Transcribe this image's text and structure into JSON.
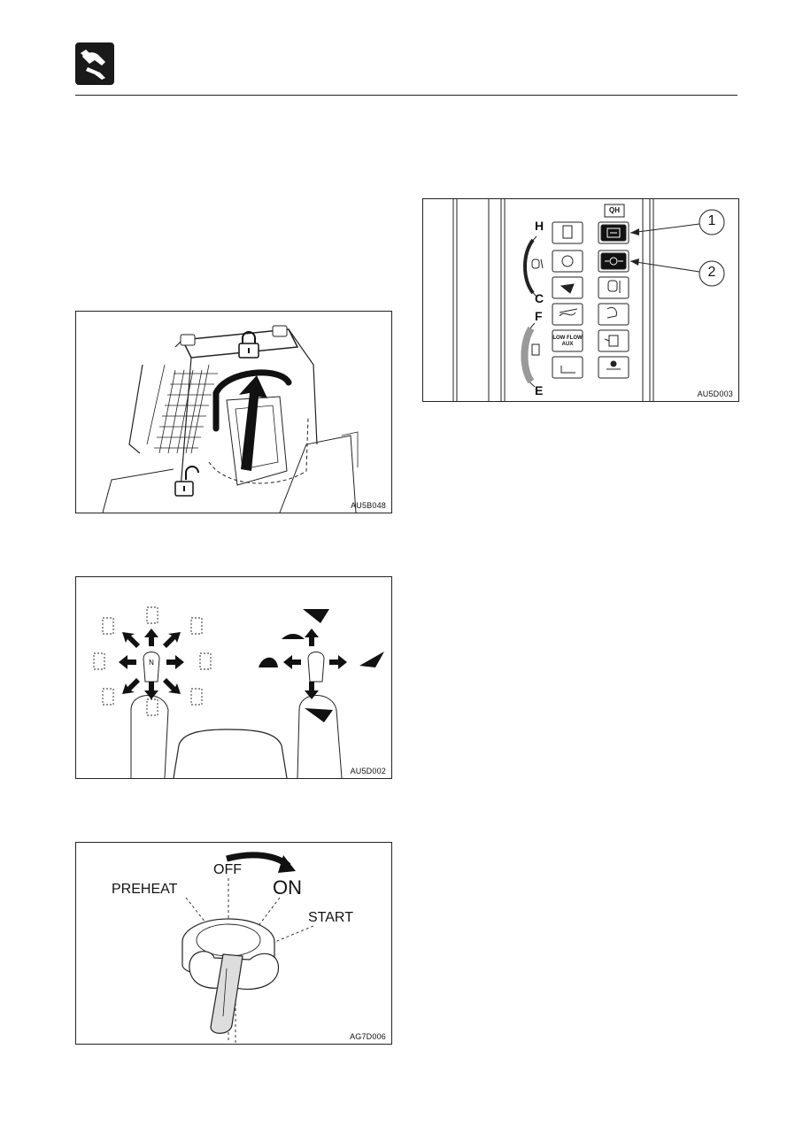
{
  "header": {
    "icon": "hand-operation-icon"
  },
  "figures": {
    "safety_bar": {
      "code": "AU5B048",
      "icons": [
        "lock-closed-icon",
        "lock-open-icon",
        "up-arrow-icon"
      ]
    },
    "joysticks": {
      "code": "AU5D002",
      "knob_label": "N"
    },
    "key_switch": {
      "code": "AG7D006",
      "positions": {
        "preheat": "PREHEAT",
        "off": "OFF",
        "on": "ON",
        "start": "START"
      }
    },
    "indicator_panel": {
      "code": "AU5D003",
      "qh_label": "QH",
      "letters": {
        "h": "H",
        "c": "C",
        "f": "F",
        "e": "E"
      },
      "low_flow_label_1": "LOW FLOW",
      "low_flow_label_2": "AUX",
      "callouts": [
        "1",
        "2"
      ]
    }
  }
}
